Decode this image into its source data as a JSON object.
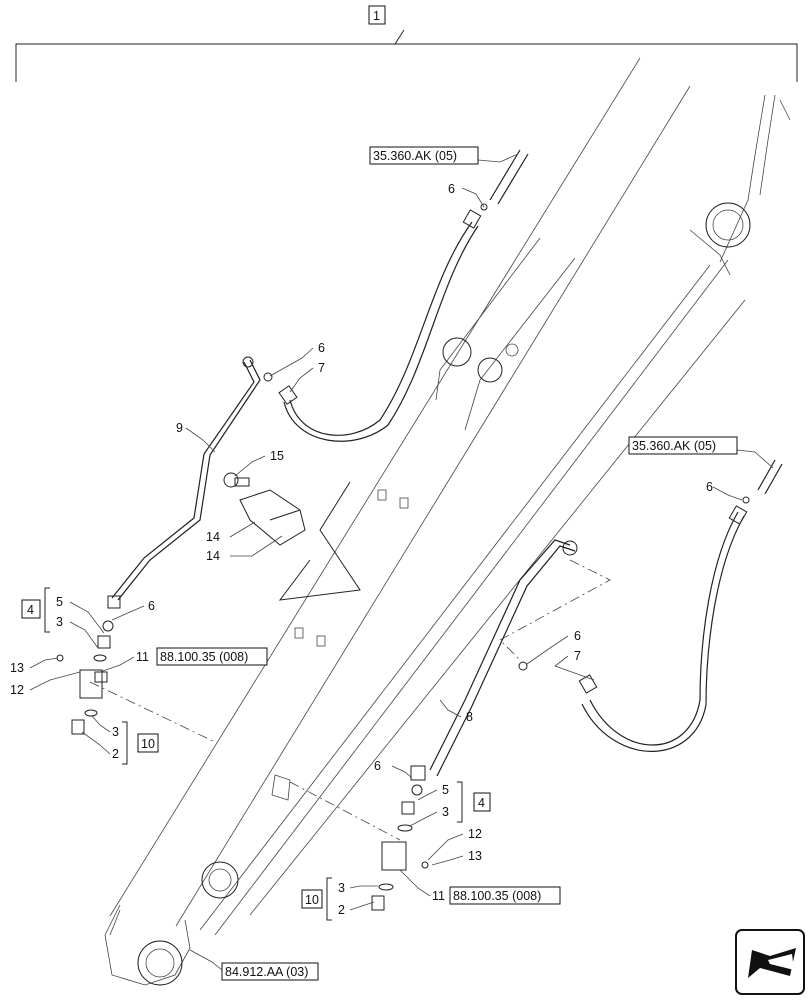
{
  "callouts": {
    "assembly": "1",
    "n2a": "2",
    "n2b": "2",
    "n3a": "3",
    "n3b": "3",
    "n3c": "3",
    "n3d": "3",
    "n4a": "4",
    "n4b": "4",
    "n5a": "5",
    "n5b": "5",
    "n6a": "6",
    "n6b": "6",
    "n6c": "6",
    "n6d": "6",
    "n6e": "6",
    "n6f": "6",
    "n7a": "7",
    "n7b": "7",
    "n8": "8",
    "n9": "9",
    "n10a": "10",
    "n10b": "10",
    "n11a": "11",
    "n11b": "11",
    "n12a": "12",
    "n12b": "12",
    "n13a": "13",
    "n13b": "13",
    "n14a": "14",
    "n14b": "14",
    "n15": "15"
  },
  "references": {
    "top_hose": "35.360.AK (05)",
    "right_hose": "35.360.AK (05)",
    "block_left": "88.100.35 (008)",
    "block_right": "88.100.35 (008)",
    "boom": "84.912.AA (03)"
  },
  "icons": {
    "nav": "arrow-left-icon"
  }
}
